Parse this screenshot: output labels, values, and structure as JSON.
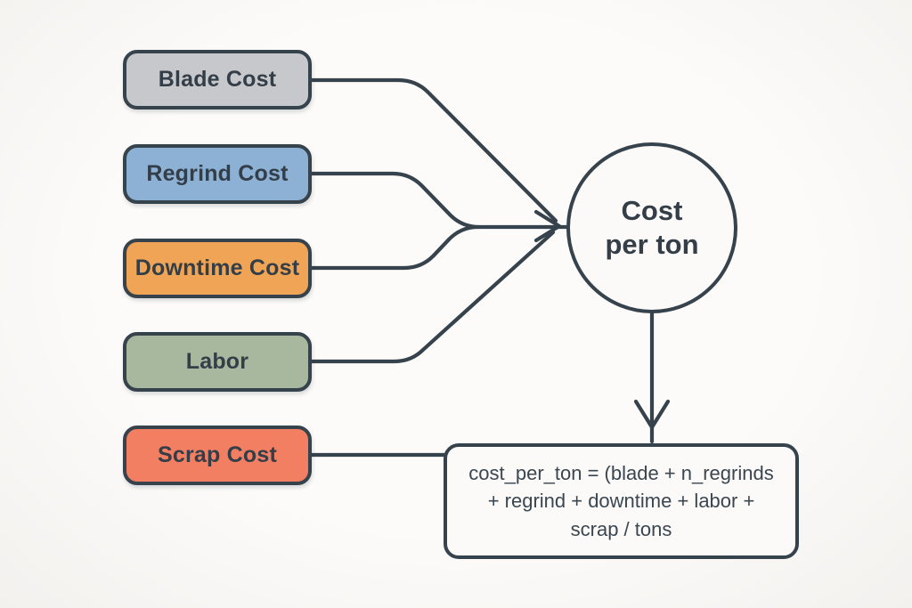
{
  "canvas": {
    "background": "#fbfaf8"
  },
  "colors": {
    "connector_stroke": "#36424c",
    "node_border": "#36424c",
    "text": "#333e48"
  },
  "nodes": {
    "inputs": [
      {
        "label": "Blade Cost",
        "fill": "#c6c8cb"
      },
      {
        "label": "Regrind Cost",
        "fill": "#8cb1d4"
      },
      {
        "label": "Downtime Cost",
        "fill": "#f0a455"
      },
      {
        "label": "Labor",
        "fill": "#a8b89e"
      },
      {
        "label": "Scrap Cost",
        "fill": "#f37f63"
      }
    ],
    "output": {
      "line1": "Cost",
      "line2": "per ton"
    },
    "formula": {
      "line1": "cost_per_ton = (blade + n_regrinds",
      "line2": "+ regrind + downtime + labor +",
      "line3": "scrap / tons"
    }
  }
}
